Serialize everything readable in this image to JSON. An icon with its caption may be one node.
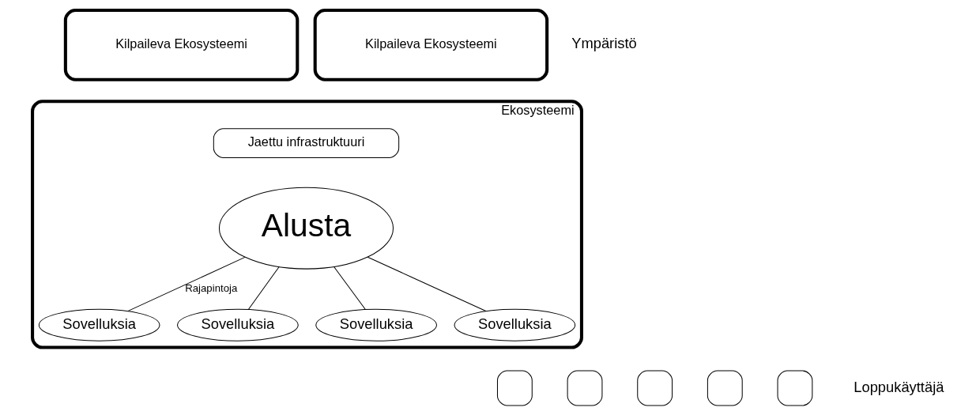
{
  "diagram": {
    "nodes": [
      {
        "text": [
          "Kilpaileva Ekosysteemi"
        ]
      },
      {
        "text": [
          "Kilpaileva Ekosysteemi"
        ]
      },
      {
        "text": [
          "Ekosysteemi"
        ]
      },
      {
        "text": [
          "Jaettu infrastruktuuri"
        ],
        "in": 2
      },
      {
        "text": [
          "Alusta"
        ],
        "in": 2
      },
      {
        "text": [
          "Sovelluksia"
        ],
        "in": 2
      },
      {
        "text": [
          "Sovelluksia"
        ],
        "in": 2
      },
      {
        "text": [
          "Sovelluksia"
        ],
        "in": 2
      },
      {
        "text": [
          "Sovelluksia"
        ],
        "in": 2
      },
      {
        "text": [],
        "shape": "box"
      },
      {
        "text": [],
        "shape": "box"
      },
      {
        "text": [],
        "shape": "box"
      },
      {
        "text": [],
        "shape": "box"
      },
      {
        "text": [],
        "shape": "box"
      }
    ],
    "edges": [
      {
        "from": 4,
        "to": 5,
        "arrow": "none",
        "label": "Rajapintoja"
      },
      {
        "from": 4,
        "to": 6,
        "arrow": "none"
      },
      {
        "from": 4,
        "to": 7,
        "arrow": "none"
      },
      {
        "from": 4,
        "to": 8,
        "arrow": "none"
      }
    ],
    "labels": [
      "Ympäristö",
      "Loppukäyttäjä"
    ]
  }
}
